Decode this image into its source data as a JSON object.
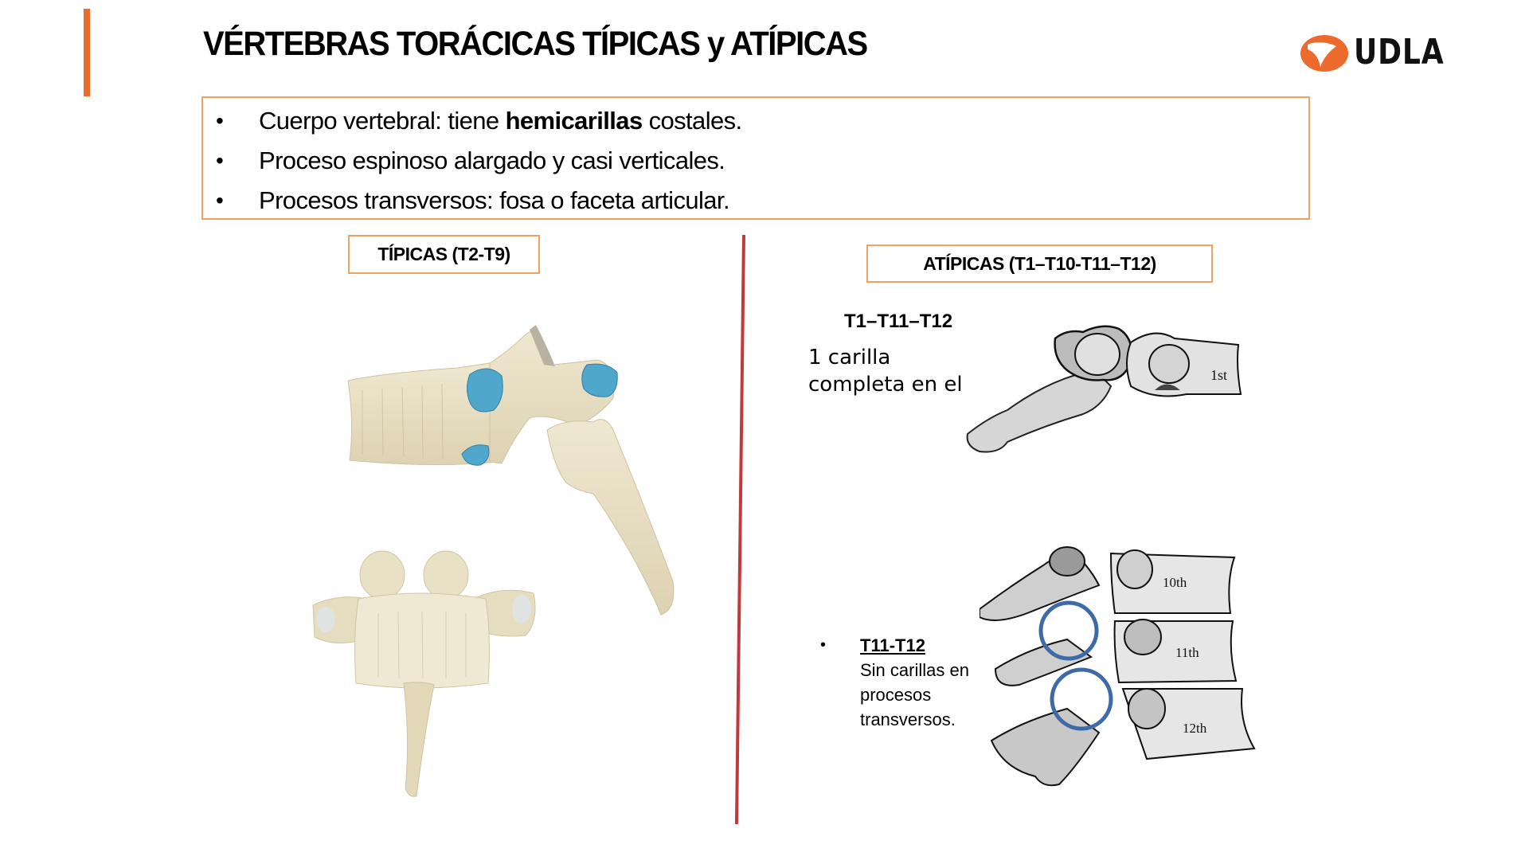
{
  "slide": {
    "title": "VÉRTEBRAS TORÁCICAS TÍPICAS y ATÍPICAS",
    "logo": {
      "icon": "udla-emblem-icon",
      "text": "UDLA",
      "color": "#ec6a2c"
    },
    "accent_color": "#ec6a2c",
    "box_border_color": "#f0a060",
    "divider_color": "#c0393b"
  },
  "bullets": [
    {
      "pre": "Cuerpo vertebral: tiene ",
      "bold": "hemicarillas",
      "post": " costales."
    },
    {
      "pre": "Proceso espinoso alargado y casi verticales.",
      "bold": "",
      "post": ""
    },
    {
      "pre": "Procesos transversos: fosa o faceta articular.",
      "bold": "",
      "post": ""
    }
  ],
  "bullet_glyph": "•",
  "left_panel": {
    "label": "TÍPICAS (T2-T9)",
    "images": [
      "thoracic-vertebra-lateral-view",
      "thoracic-vertebra-anterior-view"
    ],
    "facet_color": "#4fa8cc"
  },
  "right_panel": {
    "label": "ATÍPICAS (T1–T10-T11–T12)",
    "t1_section": {
      "heading": "T1–T11–T12",
      "line1": "1 carilla",
      "line2": "completa en el",
      "image_label": "1st"
    },
    "t11_section": {
      "bullet": "•",
      "heading": "T11-T12",
      "lines": [
        "Sin carillas en",
        "procesos",
        "transversos."
      ],
      "image_labels": [
        "10th",
        "11th",
        "12th"
      ],
      "circle_color": "#3f6aa8"
    }
  }
}
